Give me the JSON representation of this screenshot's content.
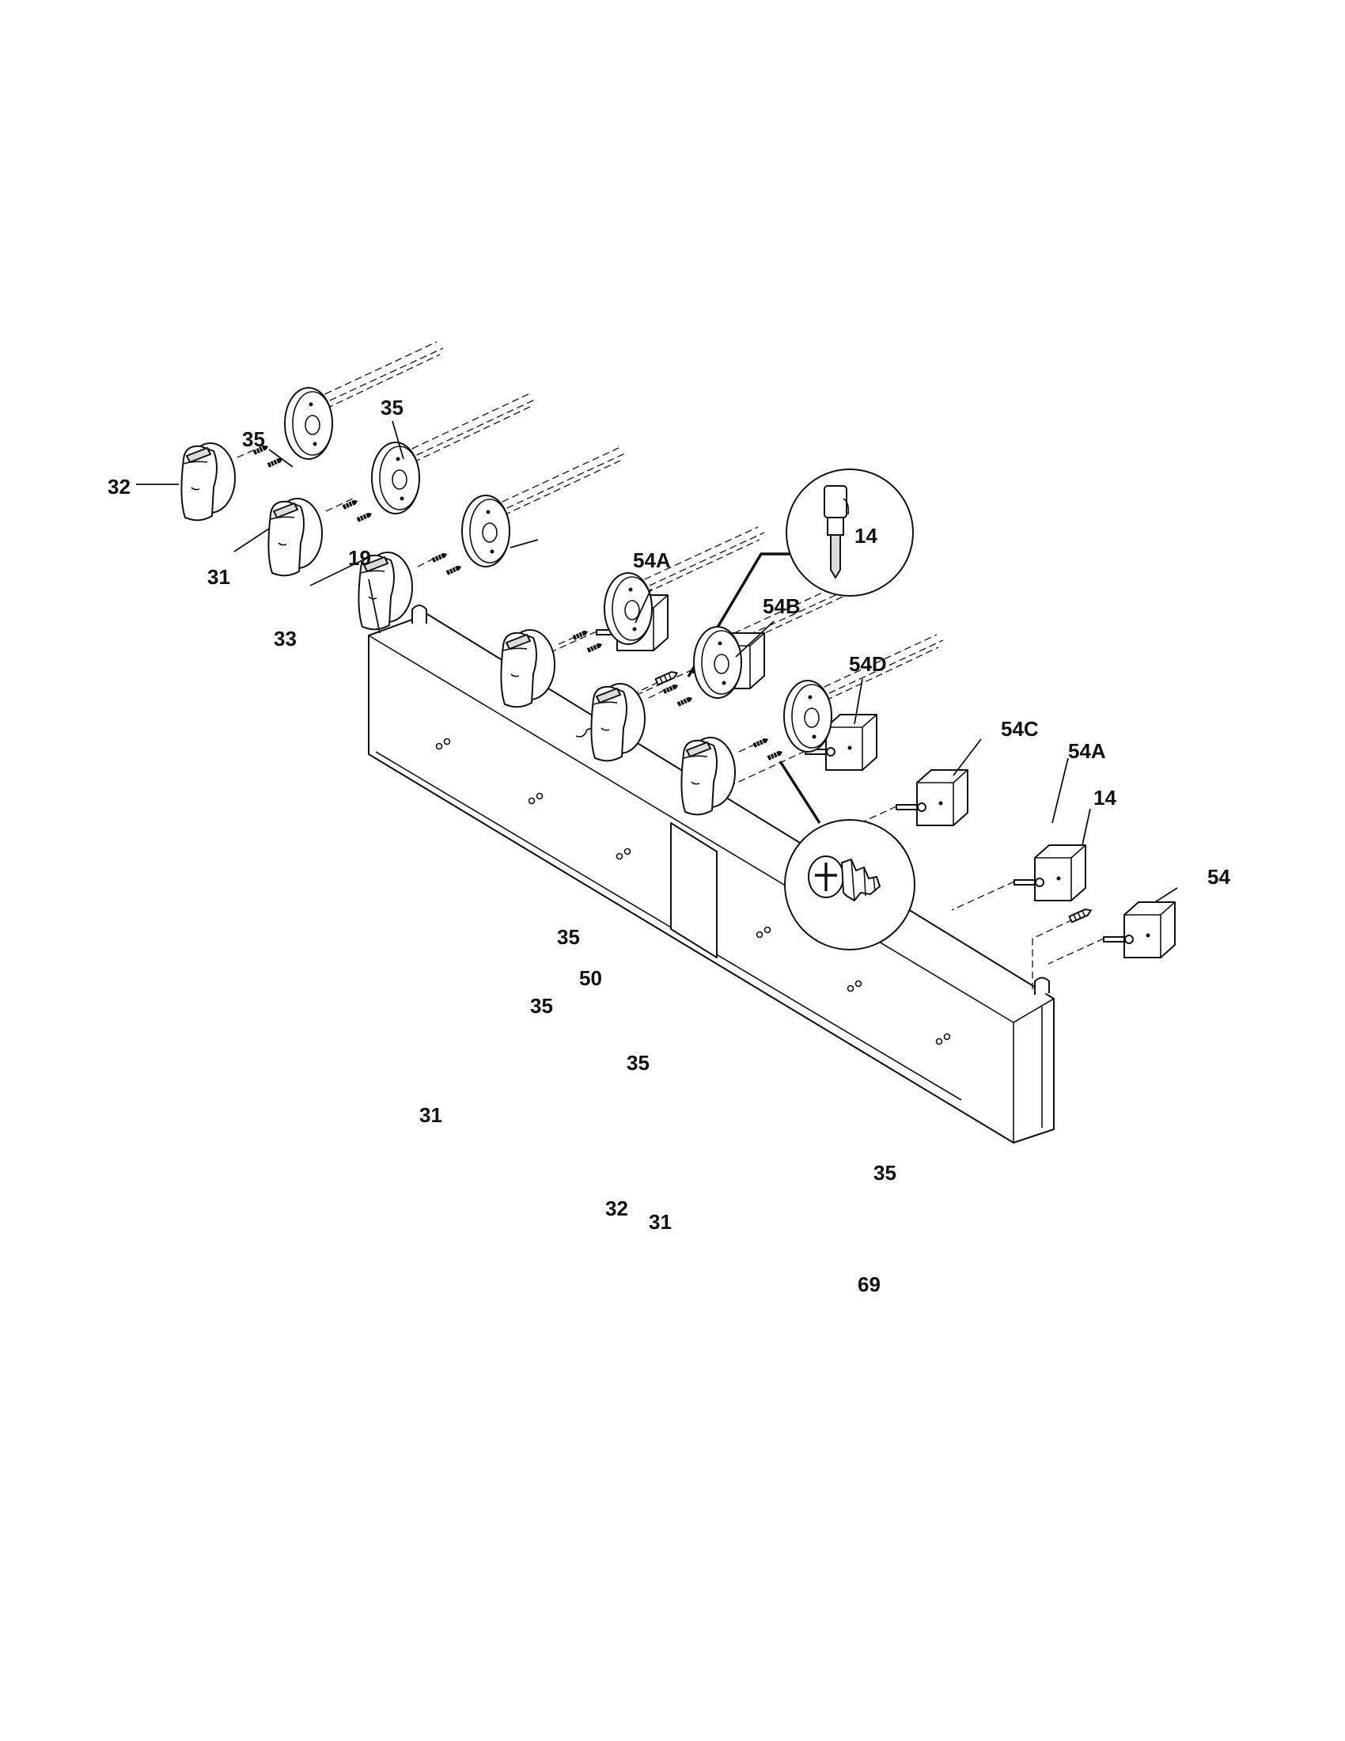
{
  "colors": {
    "ink": "#111111",
    "paper": "#ffffff",
    "shade": "#dcdcdc"
  },
  "callouts": {
    "c19": "19",
    "c14_detail": "14",
    "c54A_top": "54A",
    "c54B": "54B",
    "c54D": "54D",
    "c54C": "54C",
    "c54A_right": "54A",
    "c14_right": "14",
    "c54": "54",
    "c35_a": "35",
    "c35_b": "35",
    "c35_c": "35",
    "c35_d": "35",
    "c35_e": "35",
    "c35_f": "35",
    "c32_a": "32",
    "c31_a": "31",
    "c33": "33",
    "c50": "50",
    "c31_b": "31",
    "c32_b": "32",
    "c31_c": "31",
    "c69": "69"
  },
  "icons": {
    "knob": "control-knob-icon",
    "bezel": "knob-bezel-icon",
    "switch": "infinite-switch-icon",
    "screw": "screw-icon",
    "lamp": "indicator-lamp-icon",
    "label": "label-plate-icon"
  }
}
